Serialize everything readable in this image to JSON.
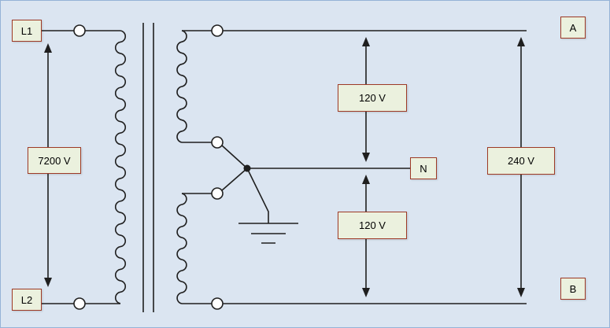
{
  "diagram": {
    "title_hint": "Center-tapped distribution transformer schematic",
    "labels": {
      "l1": "L1",
      "l2": "L2",
      "primary_voltage": "7200 V",
      "upper_secondary_voltage": "120 V",
      "lower_secondary_voltage": "120 V",
      "total_secondary_voltage": "240 V",
      "neutral": "N",
      "terminal_a": "A",
      "terminal_b": "B"
    },
    "colors": {
      "background": "#dbe5f1",
      "border": "#95b3d7",
      "label_background": "#ebf1de",
      "label_border": "#9e3a26",
      "wire": "#1f1f1f"
    }
  }
}
